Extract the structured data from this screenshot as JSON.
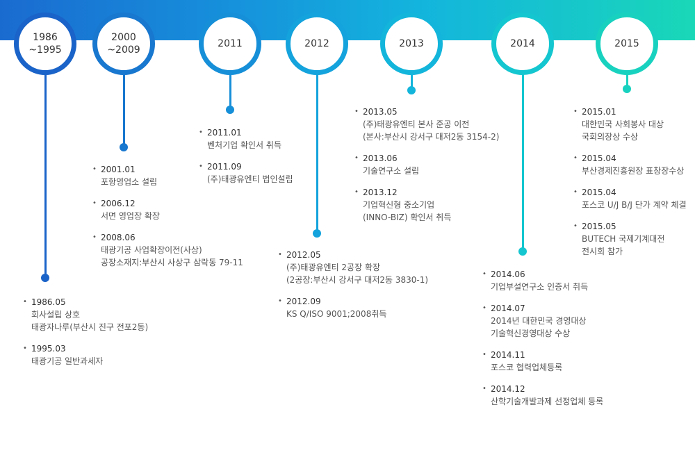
{
  "colors": {
    "c1": "#1a63c8",
    "c2": "#1877cf",
    "c3": "#168fd8",
    "c4": "#14a3dc",
    "c5": "#13b5db",
    "c6": "#14c6cf",
    "c7": "#18d2bf"
  },
  "years": [
    {
      "label": "1986\n~1995"
    },
    {
      "label": "2000\n~2009"
    },
    {
      "label": "2011"
    },
    {
      "label": "2012"
    },
    {
      "label": "2013"
    },
    {
      "label": "2014"
    },
    {
      "label": "2015"
    }
  ],
  "groups": [
    {
      "entries": [
        {
          "date": "1986.05",
          "desc": "회사설립 상호\n태광자나루(부산시 진구 전포2동)"
        },
        {
          "date": "1995.03",
          "desc": "태광기공 일반과세자"
        }
      ]
    },
    {
      "entries": [
        {
          "date": "2001.01",
          "desc": "포항영업소 설립"
        },
        {
          "date": "2006.12",
          "desc": "서면 영업장 확장"
        },
        {
          "date": "2008.06",
          "desc": "태광기공 사업확장이전(사상)\n공장소재지:부산시 사상구 삼락동 79-11"
        }
      ]
    },
    {
      "entries": [
        {
          "date": "2011.01",
          "desc": "벤처기업 확인서 취득"
        },
        {
          "date": "2011.09",
          "desc": "(주)태광유엔티 법인설립"
        }
      ]
    },
    {
      "entries": [
        {
          "date": "2012.05",
          "desc": "(주)태광유엔티 2공장 확장\n(2공장:부산시 강서구 대저2동 3830-1)"
        },
        {
          "date": "2012.09",
          "desc": "KS Q/ISO 9001;2008취득"
        }
      ]
    },
    {
      "entries": [
        {
          "date": "2013.05",
          "desc": "(주)태광유엔티 본사 준공 이전\n(본사:부산시 강서구 대저2동 3154-2)"
        },
        {
          "date": "2013.06",
          "desc": "기술연구소 설립"
        },
        {
          "date": "2013.12",
          "desc": "기업혁신형 중소기업\n(INNO-BIZ) 확인서 취득"
        }
      ]
    },
    {
      "entries": [
        {
          "date": "2014.06",
          "desc": "기업부설연구소 인증서 취득"
        },
        {
          "date": "2014.07",
          "desc": "2014년 대한민국 경영대상\n기술혁신경영대상 수상"
        },
        {
          "date": "2014.11",
          "desc": "포스코 협력업체등록"
        },
        {
          "date": "2014.12",
          "desc": "산학기술개발과제 선정업체 등록"
        }
      ]
    },
    {
      "entries": [
        {
          "date": "2015.01",
          "desc": "대한민국 사회봉사 대상\n국회의장상 수상"
        },
        {
          "date": "2015.04",
          "desc": "부산경제진흥원장 표창장수상"
        },
        {
          "date": "2015.04",
          "desc": " 포스코 U/J B/J 단가 계약 체결"
        },
        {
          "date": "2015.05",
          "desc": "BUTECH 국제기계대전\n전시회 참가"
        }
      ]
    }
  ]
}
